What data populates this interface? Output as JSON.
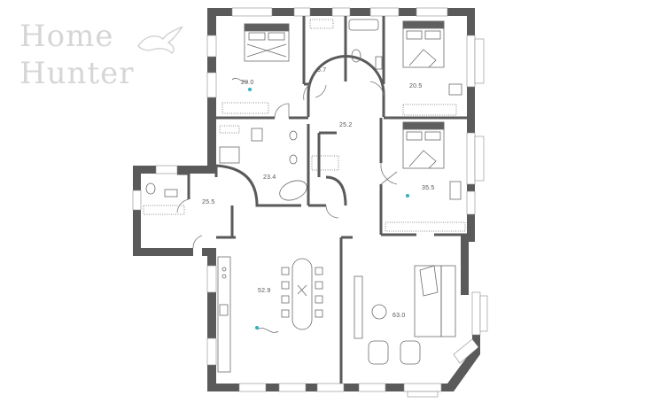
{
  "brand": {
    "line1": "Home",
    "line2": "Hunter",
    "emblem": "hunter-bird-logo"
  },
  "rooms": {
    "bedroom_nw": "29.0",
    "storage": "5.7",
    "bedroom_ne": "20.5",
    "hall": "25.2",
    "bathroom_mid": "23.4",
    "bedroom_e": "35.5",
    "utility_w": "25.5",
    "kitchen_dining": "52.9",
    "living": "63.0"
  },
  "colors": {
    "wall": "#5a5a5a",
    "window": "#ffffff",
    "marker": "#2bb3c8",
    "furniture": "#6b6b6b"
  }
}
